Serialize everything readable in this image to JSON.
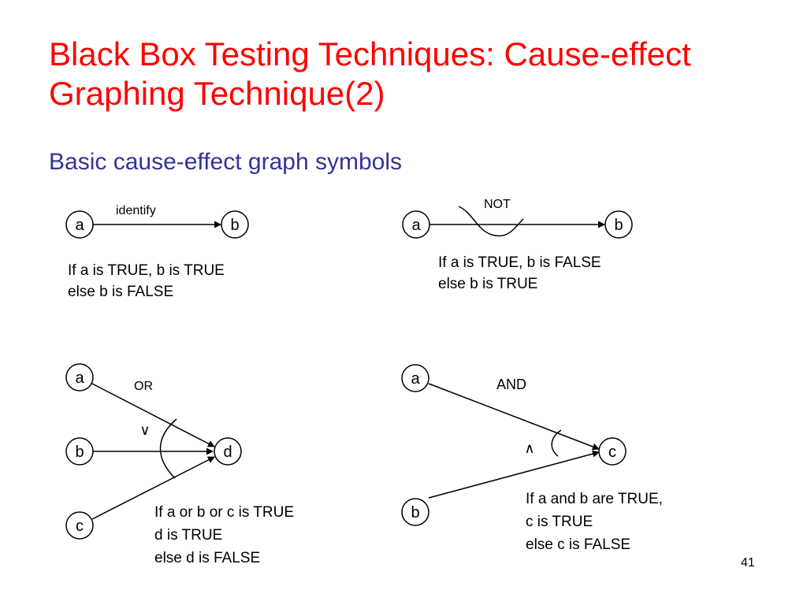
{
  "slide": {
    "title_line1": "Black Box Testing Techniques: Cause-effect",
    "title_line2": "Graphing Technique(2)",
    "subtitle": "Basic cause-effect graph symbols",
    "page_number": "41"
  },
  "symbols": {
    "identify": {
      "label": "identify",
      "nodes": [
        "a",
        "b"
      ],
      "text": [
        "If a is TRUE, b is TRUE",
        "else b is FALSE"
      ]
    },
    "not": {
      "label": "NOT",
      "nodes": [
        "a",
        "b"
      ],
      "text": [
        "If a is TRUE, b is FALSE",
        "else b is TRUE"
      ]
    },
    "or": {
      "label": "OR",
      "operator": "∨",
      "nodes": [
        "a",
        "b",
        "c",
        "d"
      ],
      "text": [
        "If a or b or c is TRUE",
        "d is TRUE",
        "else d is FALSE"
      ]
    },
    "and": {
      "label": "AND",
      "operator": "∧",
      "nodes": [
        "a",
        "b",
        "c"
      ],
      "text": [
        "If a and b are TRUE,",
        "c is TRUE",
        "else c is FALSE"
      ]
    }
  },
  "colors": {
    "title": "#ff0000",
    "subtitle": "#333399",
    "lines": "#000000"
  }
}
